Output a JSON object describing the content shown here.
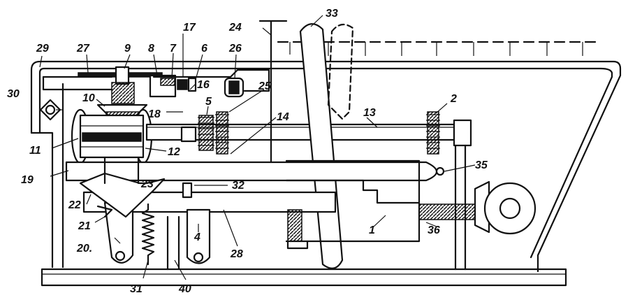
{
  "labels": {
    "l1": "1",
    "l2": "2",
    "l4": "4",
    "l5": "5",
    "l6": "6",
    "l7": "17",
    "l8": "8",
    "l9": "9",
    "l10": "10",
    "l11": "11",
    "l12": "12",
    "l13": "13",
    "l14": "14",
    "l16": "16",
    "l17": "7",
    "l18": "18",
    "l19": "19",
    "l20": "20.",
    "l21": "21",
    "l22": "22",
    "l23": "23",
    "l24": "24",
    "l25": "25",
    "l26": "26",
    "l27": "27",
    "l28": "28",
    "l29": "29",
    "l30": "30",
    "l31": "31",
    "l32": "32",
    "l33": "33",
    "l35": "35",
    "l36": "36",
    "l40": "40"
  }
}
